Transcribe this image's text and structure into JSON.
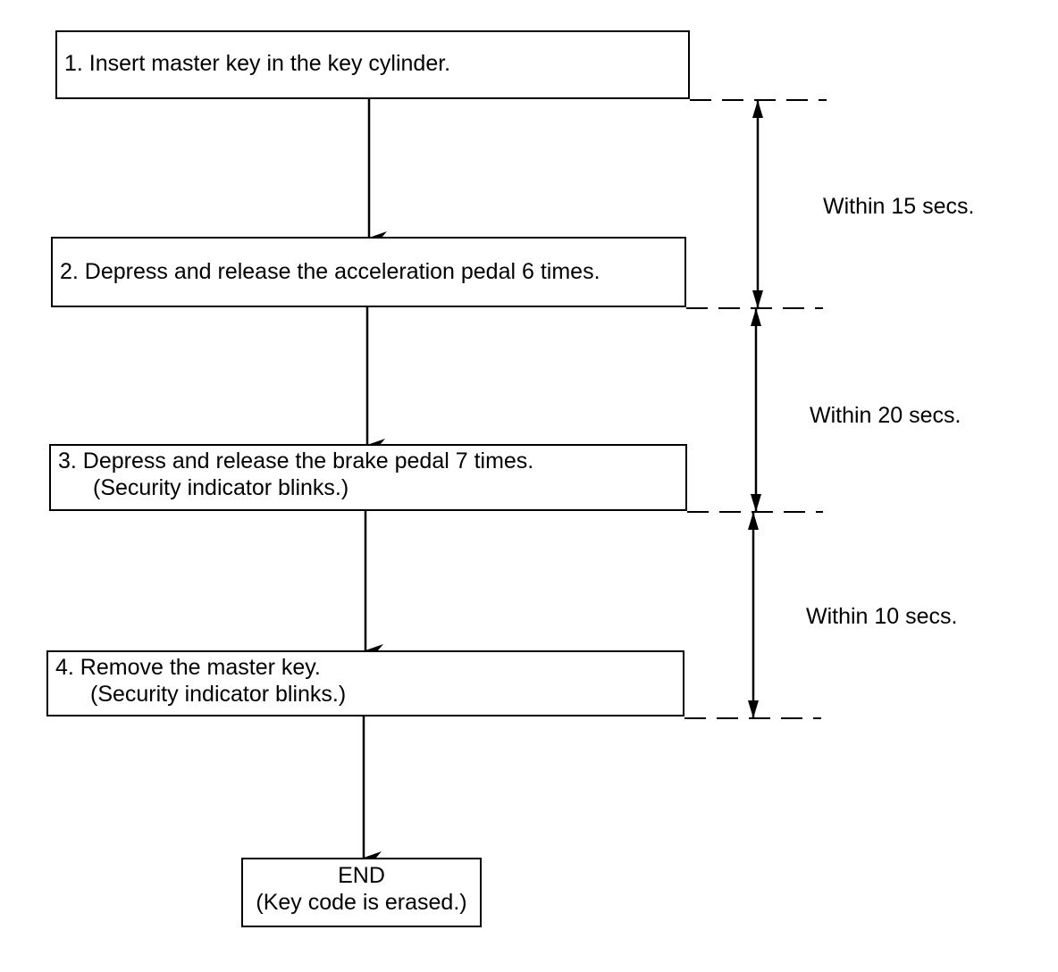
{
  "steps": [
    {
      "lines": [
        "1.  Insert master key in the key cylinder."
      ]
    },
    {
      "lines": [
        "2.  Depress and release the acceleration pedal 6 times."
      ]
    },
    {
      "lines": [
        "3.  Depress and release the brake pedal 7 times.",
        "(Security indicator blinks.)"
      ]
    },
    {
      "lines": [
        "4.  Remove the master key.",
        "(Security indicator blinks.)"
      ]
    }
  ],
  "end": {
    "title": "END",
    "note": "(Key code is erased.)"
  },
  "intervals": [
    {
      "label": "Within 15 secs."
    },
    {
      "label": "Within 20 secs."
    },
    {
      "label": "Within 10 secs."
    }
  ],
  "colors": {
    "line": "#000000",
    "background": "#ffffff"
  }
}
